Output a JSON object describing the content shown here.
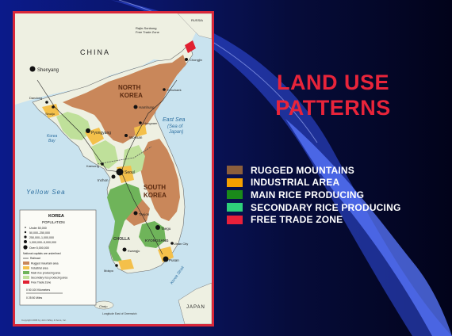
{
  "slide": {
    "title_line1": "LAND USE",
    "title_line2": "PATTERNS"
  },
  "legend": {
    "items": [
      {
        "label": "RUGGED MOUNTAINS",
        "color": "#8b5e3c"
      },
      {
        "label": "INDUSTRIAL AREA",
        "color": "#f5a000"
      },
      {
        "label": "MAIN RICE PRODUCING",
        "color": "#1a8a1a"
      },
      {
        "label": "SECONDARY RICE PRODUCING",
        "color": "#2ecf7a"
      },
      {
        "label": "FREE TRADE ZONE",
        "color": "#e8203a"
      }
    ]
  },
  "map": {
    "labels": {
      "china": "CHINA",
      "russia": "RUSSIA",
      "japan": "JAPAN",
      "north_korea_1": "NORTH",
      "north_korea_2": "KOREA",
      "south_korea_1": "SOUTH",
      "south_korea_2": "KOREA",
      "east_sea_1": "East Sea",
      "east_sea_2": "(Sea of",
      "east_sea_3": "Japan)",
      "yellow_sea": "Yellow Sea",
      "korea_bay_1": "Korea",
      "korea_bay_2": "Bay",
      "korea_strait": "Korea Strait",
      "free_trade_zone_1": "Rajin-Sonbong",
      "free_trade_zone_2": "Free Trade Zone"
    },
    "cities": {
      "shenyang": "Shenyang",
      "dandong": "Dandong",
      "sinuiju": "Sinuiju",
      "pyongyang": "Pyongyang",
      "kaesong": "Kaesong",
      "seoul": "Seoul",
      "inchon": "Inchon",
      "hamhung": "Hamhung",
      "hungnam": "Hungnam",
      "wonsan": "Wonsan",
      "kimchaek": "Kimchaek",
      "chongjin": "Chongjin",
      "taejon": "Taejon",
      "taegu": "Taegu",
      "ulsan": "Ulsan City",
      "pusan": "Pusan",
      "kwangju": "Kwangju",
      "mokpo": "Mokpo",
      "cheju": "Cheju",
      "cholla": "CHOLLA",
      "kyongsang": "KYONGSANG"
    },
    "inset": {
      "title": "KOREA",
      "population_heading": "POPULATION",
      "population_items": [
        "Under 50,000",
        "50,000–250,000",
        "250,000–1,000,000",
        "1,000,000–5,000,000",
        "Over 5,000,000"
      ],
      "capital_note": "National capitals are underlined",
      "railroad": "Railroad",
      "area_items": [
        "Rugged mountain area",
        "Industrial area",
        "Main rice producing area",
        "Secondary rice producing area",
        "Free Trade Zone"
      ],
      "scale_miles": "0  25  50 Miles",
      "scale_km": "0  50  100 Kilometers",
      "copyright": "Copyright 2006 by John Wiley & Sons, Inc.",
      "projection": "Longitude East of Greenwich"
    },
    "colors": {
      "water": "#c9e3ef",
      "land": "#eef0e2",
      "mountain": "#c9875a",
      "industrial": "#f4c04a",
      "main_rice": "#6fb45a",
      "secondary_rice": "#bfe09a",
      "free_trade": "#e02030"
    }
  }
}
